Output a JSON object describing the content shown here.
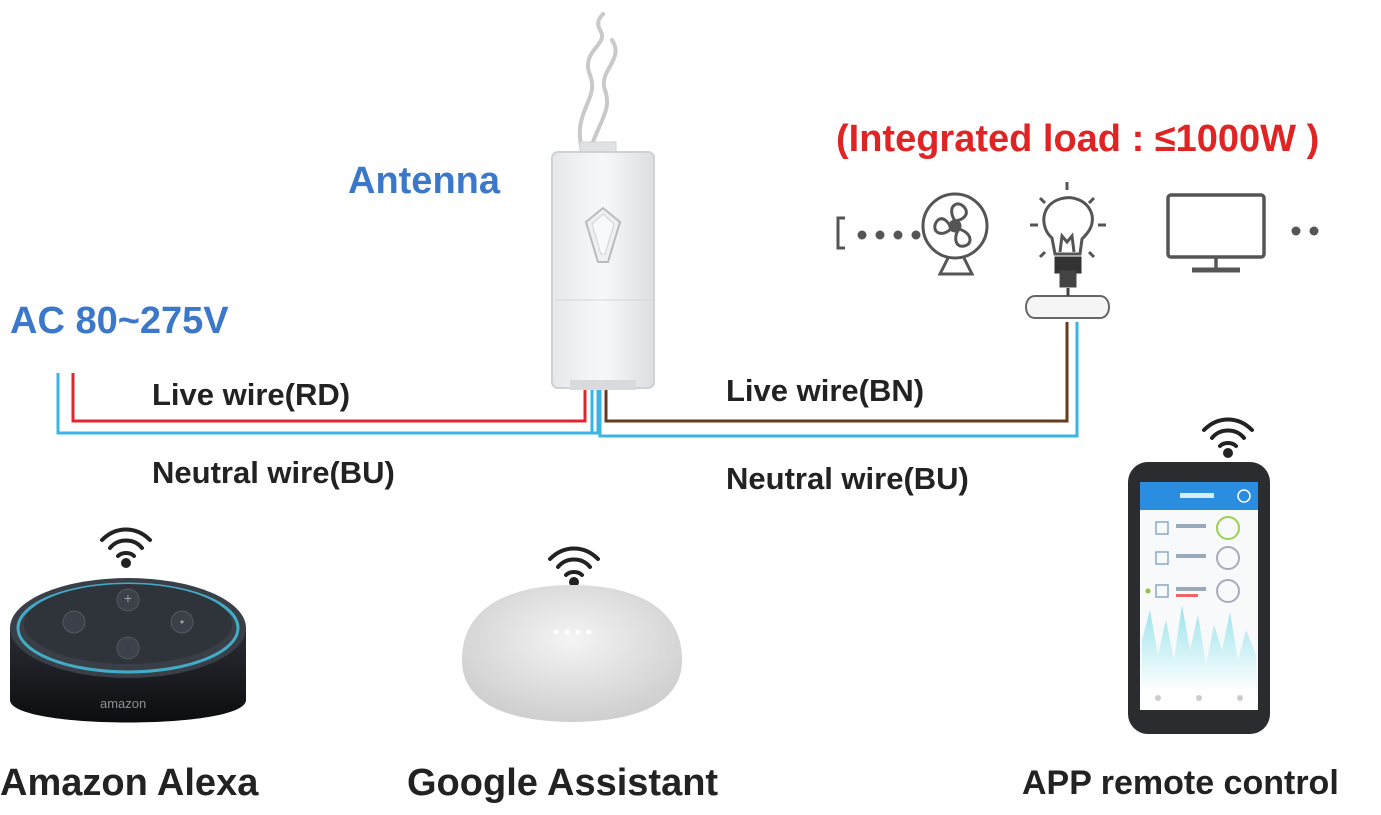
{
  "labels": {
    "antenna": "Antenna",
    "ac_input": "AC 80~275V",
    "load_note": "(Integrated load : ≤1000W )",
    "left_live_wire": "Live wire(RD)",
    "left_neutral_wire": "Neutral wire(BU)",
    "right_live_wire": "Live wire(BN)",
    "right_neutral_wire": "Neutral wire(BU)",
    "alexa": "Amazon Alexa",
    "google": "Google Assistant",
    "app": "APP remote control",
    "echo_brand": "amazon"
  },
  "colors": {
    "label_blue": "#3b78c9",
    "load_red": "#e02424",
    "live_rd": "#e0252e",
    "neutral_bu": "#3ab3e6",
    "live_bn": "#6b3a1e",
    "app_accent": "#2b8de0"
  },
  "icons": {
    "loads": [
      "ellipsis-bracket-icon",
      "fan-icon",
      "light-bulb-icon",
      "monitor-icon",
      "ellipsis-icon"
    ],
    "wifi": [
      "wifi-icon",
      "wifi-icon",
      "wifi-icon"
    ]
  }
}
